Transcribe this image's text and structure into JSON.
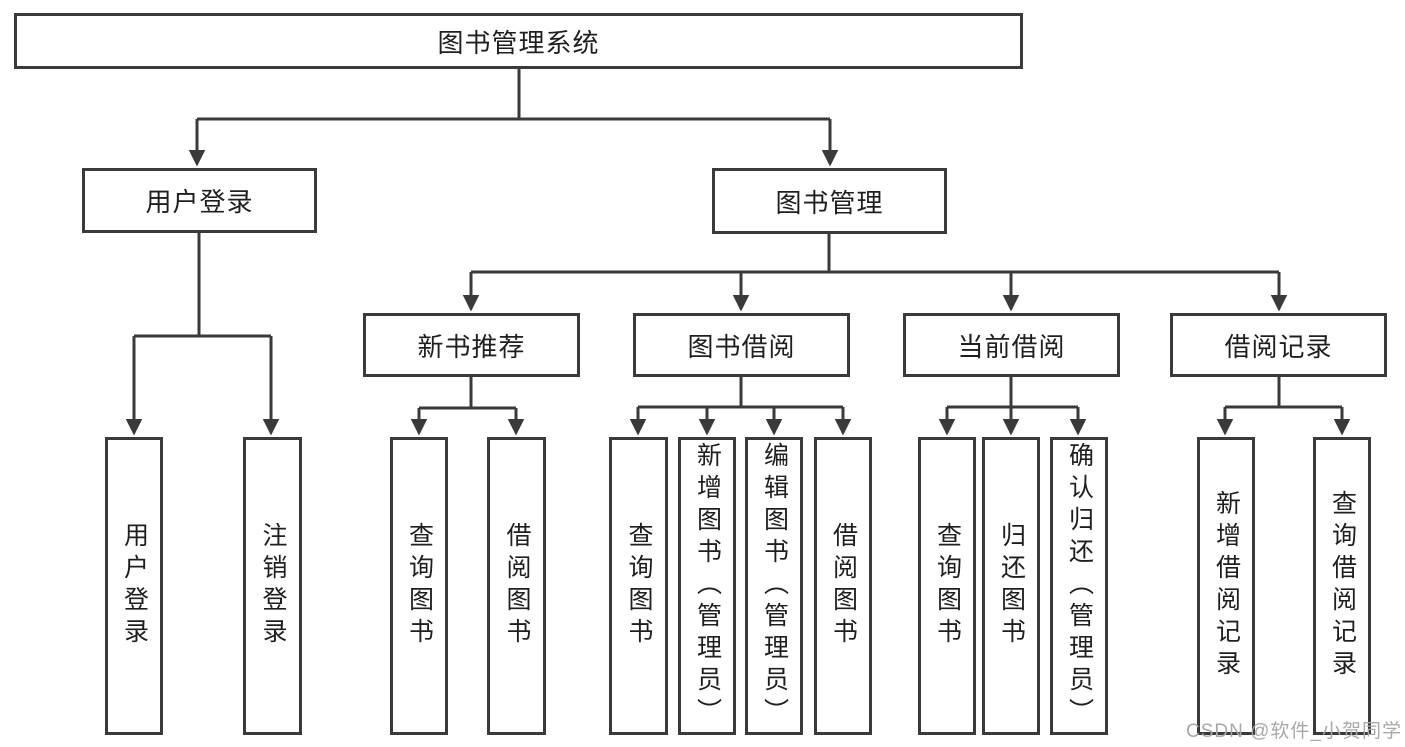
{
  "tree": {
    "root": {
      "label": "图书管理系统"
    },
    "branches": [
      {
        "label": "用户登录",
        "children": [
          {
            "label": "用户登录"
          },
          {
            "label": "注销登录"
          }
        ]
      },
      {
        "label": "图书管理",
        "children": [
          {
            "label": "新书推荐",
            "children": [
              {
                "label": "查询图书"
              },
              {
                "label": "借阅图书"
              }
            ]
          },
          {
            "label": "图书借阅",
            "children": [
              {
                "label": "查询图书"
              },
              {
                "label": "新增图书（管理员）"
              },
              {
                "label": "编辑图书（管理员）"
              },
              {
                "label": "借阅图书"
              }
            ]
          },
          {
            "label": "当前借阅",
            "children": [
              {
                "label": "查询图书"
              },
              {
                "label": "归还图书"
              },
              {
                "label": "确认归还（管理员）"
              }
            ]
          },
          {
            "label": "借阅记录",
            "children": [
              {
                "label": "新增借阅记录"
              },
              {
                "label": "查询借阅记录"
              }
            ]
          }
        ]
      }
    ]
  },
  "watermark": "CSDN @软件_小贺同学",
  "colors": {
    "line": "#3a3a3a",
    "text": "#1f1f1f",
    "watermark": "#a8a8a8",
    "background": "#ffffff"
  }
}
